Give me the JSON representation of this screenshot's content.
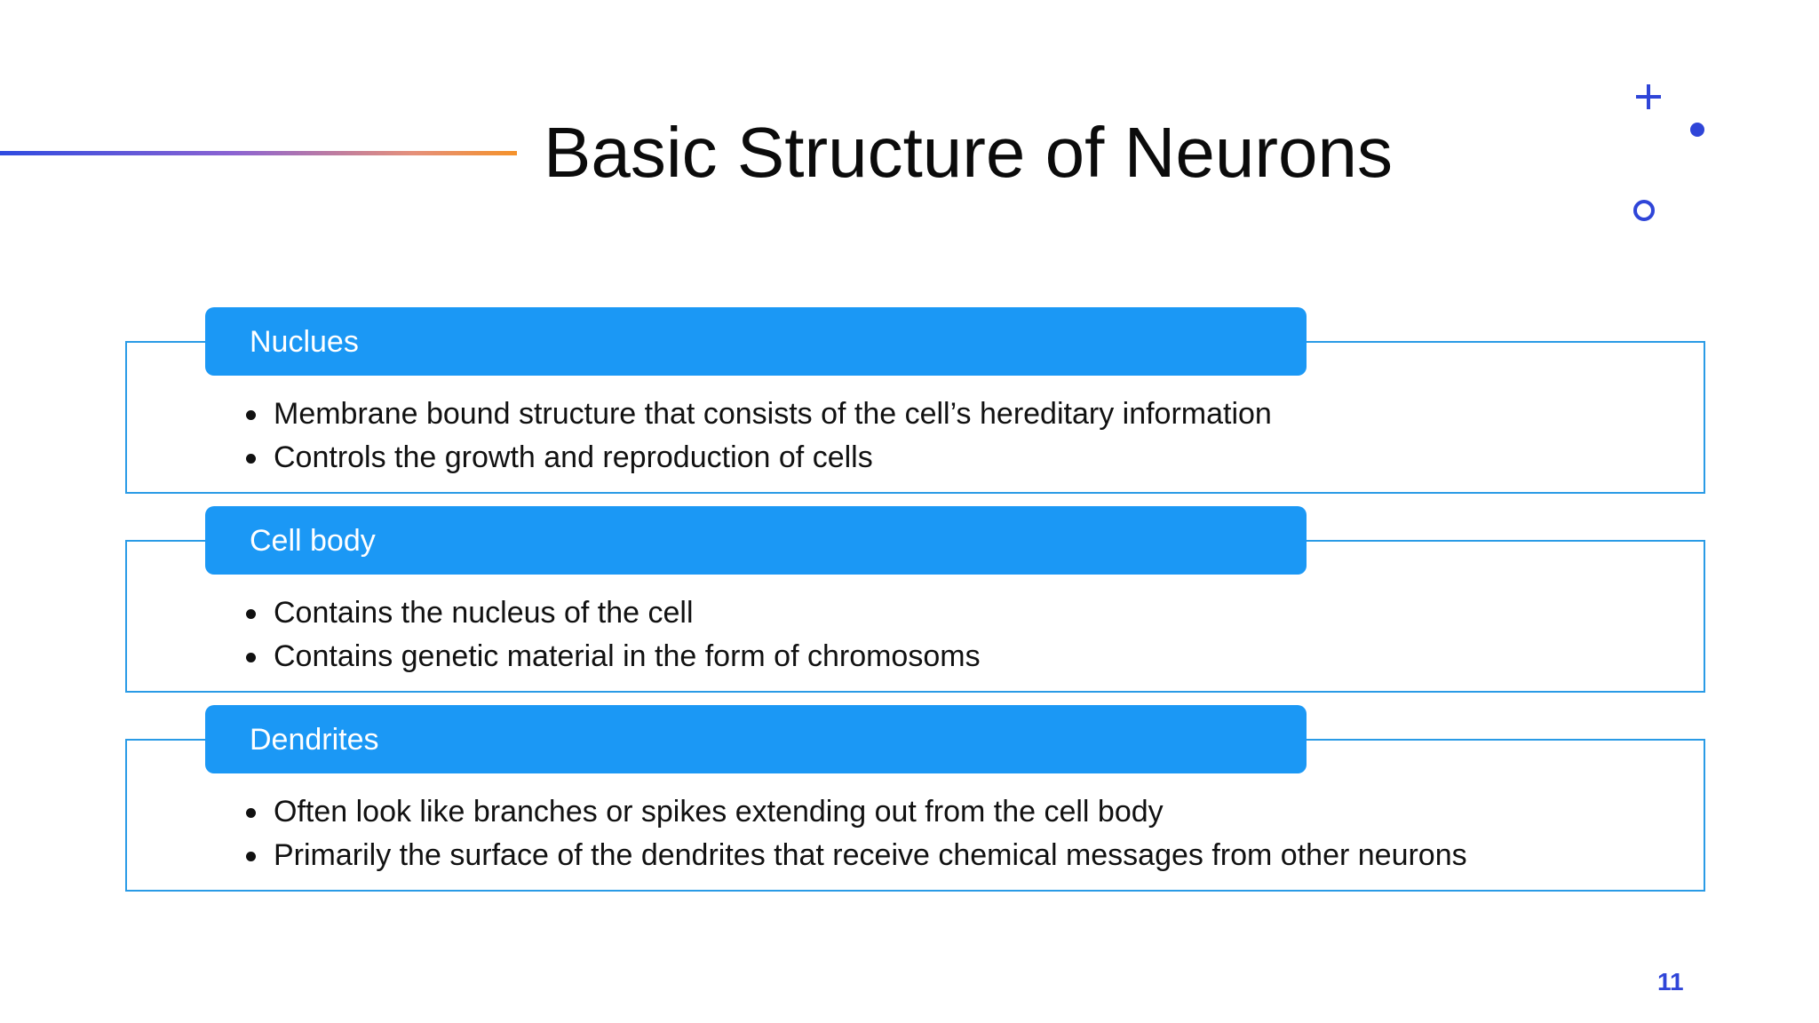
{
  "slide": {
    "title": "Basic Structure of Neurons",
    "page_number": "11",
    "colors": {
      "header_fill": "#1b98f5",
      "box_border": "#2a9be6",
      "accent_blue": "#2f45d8",
      "accent_orange": "#f5922a"
    }
  },
  "sections": [
    {
      "heading": "Nuclues",
      "bullets": [
        "Membrane bound structure that consists of the cell’s hereditary information",
        "Controls the growth and reproduction of cells"
      ]
    },
    {
      "heading": "Cell body",
      "bullets": [
        "Contains the nucleus of the cell",
        "Contains genetic material in the form of chromosoms"
      ]
    },
    {
      "heading": "Dendrites",
      "bullets": [
        "Often look like branches or spikes extending out from the cell body",
        "Primarily the surface of the dendrites that receive chemical messages from other neurons"
      ]
    }
  ]
}
